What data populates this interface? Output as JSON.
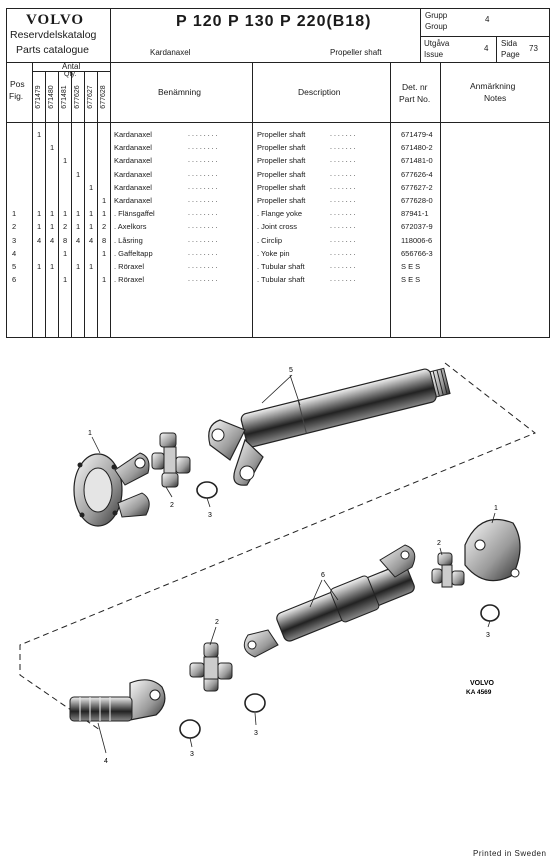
{
  "header": {
    "brand": "VOLVO",
    "catalog_sv": "Reservdelskatalog",
    "catalog_en": "Parts catalogue",
    "models": "P 120   P 130   P 220(B18)",
    "title_sv": "Kardanaxel",
    "title_en": "Propeller shaft",
    "group_label_sv": "Grupp",
    "group_label_en": "Group",
    "group_value": "4",
    "issue_label_sv": "Utgåva",
    "issue_label_en": "Issue",
    "issue_value": "4",
    "page_label_sv": "Sida",
    "page_label_en": "Page",
    "page_value": "73"
  },
  "table": {
    "pos_label": "Pos",
    "fig_label": "Fig.",
    "qty_label_sv": "Antal",
    "qty_label_en": "Qty.",
    "name_sv_header": "Benämning",
    "desc_header": "Description",
    "partno_header_sv": "Det. nr",
    "partno_header_en": "Part No.",
    "remarks_header_sv": "Anmärkning",
    "remarks_header_en": "Notes",
    "qty_columns": [
      "671479",
      "671480",
      "671481",
      "677626",
      "677627",
      "677628"
    ],
    "rows": [
      {
        "pos": "",
        "qty": [
          "1",
          "",
          "",
          "",
          "",
          ""
        ],
        "name_sv": "Kardanaxel",
        "desc": "Propeller shaft",
        "part_no": "671479-4"
      },
      {
        "pos": "",
        "qty": [
          "",
          "1",
          "",
          "",
          "",
          ""
        ],
        "name_sv": "Kardanaxel",
        "desc": "Propeller shaft",
        "part_no": "671480-2"
      },
      {
        "pos": "",
        "qty": [
          "",
          "",
          "1",
          "",
          "",
          ""
        ],
        "name_sv": "Kardanaxel",
        "desc": "Propeller shaft",
        "part_no": "671481-0"
      },
      {
        "pos": "",
        "qty": [
          "",
          "",
          "",
          "1",
          "",
          ""
        ],
        "name_sv": "Kardanaxel",
        "desc": "Propeller shaft",
        "part_no": "677626-4"
      },
      {
        "pos": "",
        "qty": [
          "",
          "",
          "",
          "",
          "1",
          ""
        ],
        "name_sv": "Kardanaxel",
        "desc": "Propeller shaft",
        "part_no": "677627-2"
      },
      {
        "pos": "",
        "qty": [
          "",
          "",
          "",
          "",
          "",
          "1"
        ],
        "name_sv": "Kardanaxel",
        "desc": "Propeller shaft",
        "part_no": "677628-0"
      },
      {
        "pos": "1",
        "qty": [
          "1",
          "1",
          "1",
          "1",
          "1",
          "1"
        ],
        "name_sv": ". Flänsgaffel",
        "desc": ". Flange yoke",
        "part_no": "87941-1"
      },
      {
        "pos": "2",
        "qty": [
          "1",
          "1",
          "2",
          "1",
          "1",
          "2"
        ],
        "name_sv": ". Axelkors",
        "desc": ". Joint cross",
        "part_no": "672037-9"
      },
      {
        "pos": "3",
        "qty": [
          "4",
          "4",
          "8",
          "4",
          "4",
          "8"
        ],
        "name_sv": ". Låsring",
        "desc": ". Circlip",
        "part_no": "118006-6"
      },
      {
        "pos": "4",
        "qty": [
          "",
          "",
          "1",
          "",
          "",
          "1"
        ],
        "name_sv": ". Gaffeltapp",
        "desc": ". Yoke pin",
        "part_no": "656766-3"
      },
      {
        "pos": "5",
        "qty": [
          "1",
          "1",
          "",
          "1",
          "1",
          ""
        ],
        "name_sv": ". Röraxel",
        "desc": ". Tubular shaft",
        "part_no": "S E S"
      },
      {
        "pos": "6",
        "qty": [
          "",
          "",
          "1",
          "",
          "",
          "1"
        ],
        "name_sv": ". Röraxel",
        "desc": ". Tubular shaft",
        "part_no": "S E S"
      }
    ]
  },
  "figure": {
    "callouts": {
      "top": [
        "5",
        "1",
        "2",
        "3"
      ],
      "bottom": [
        "1",
        "2",
        "3",
        "6",
        "2",
        "3",
        "4",
        "3"
      ]
    },
    "stamp_line1": "VOLVO",
    "stamp_line2": "KA 4569"
  },
  "footer": {
    "printed": "Printed in Sweden"
  }
}
